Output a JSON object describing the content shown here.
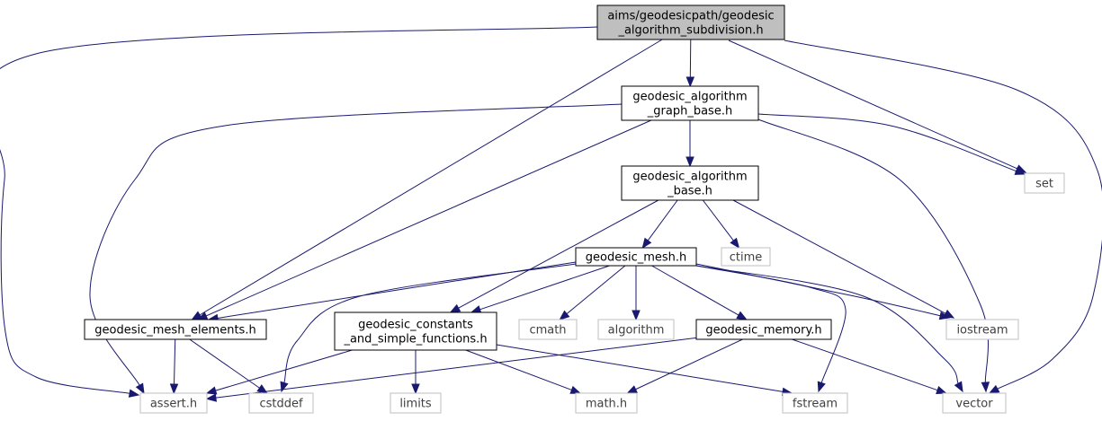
{
  "graph": {
    "nodes": [
      {
        "id": "n_main",
        "kind": "main",
        "lines": [
          "aims/geodesicpath/geodesic",
          "_algorithm_subdivision.h"
        ]
      },
      {
        "id": "n_graph_base",
        "kind": "file",
        "lines": [
          "geodesic_algorithm",
          "_graph_base.h"
        ]
      },
      {
        "id": "n_alg_base",
        "kind": "file",
        "lines": [
          "geodesic_algorithm",
          "_base.h"
        ]
      },
      {
        "id": "n_mesh",
        "kind": "file",
        "lines": [
          "geodesic_mesh.h"
        ]
      },
      {
        "id": "n_mesh_elements",
        "kind": "file",
        "lines": [
          "geodesic_mesh_elements.h"
        ]
      },
      {
        "id": "n_constants",
        "kind": "file",
        "lines": [
          "geodesic_constants",
          "_and_simple_functions.h"
        ]
      },
      {
        "id": "n_memory",
        "kind": "file",
        "lines": [
          "geodesic_memory.h"
        ]
      },
      {
        "id": "n_set",
        "kind": "sys",
        "lines": [
          "set"
        ]
      },
      {
        "id": "n_ctime",
        "kind": "sys",
        "lines": [
          "ctime"
        ]
      },
      {
        "id": "n_cmath",
        "kind": "sys",
        "lines": [
          "cmath"
        ]
      },
      {
        "id": "n_algorithm",
        "kind": "sys",
        "lines": [
          "algorithm"
        ]
      },
      {
        "id": "n_iostream",
        "kind": "sys",
        "lines": [
          "iostream"
        ]
      },
      {
        "id": "n_assert",
        "kind": "sys",
        "lines": [
          "assert.h"
        ]
      },
      {
        "id": "n_cstddef",
        "kind": "sys",
        "lines": [
          "cstddef"
        ]
      },
      {
        "id": "n_limits",
        "kind": "sys",
        "lines": [
          "limits"
        ]
      },
      {
        "id": "n_math",
        "kind": "sys",
        "lines": [
          "math.h"
        ]
      },
      {
        "id": "n_fstream",
        "kind": "sys",
        "lines": [
          "fstream"
        ]
      },
      {
        "id": "n_vector",
        "kind": "sys",
        "lines": [
          "vector"
        ]
      }
    ],
    "edges": [
      [
        "n_main",
        "n_graph_base"
      ],
      [
        "n_main",
        "n_mesh_elements"
      ],
      [
        "n_main",
        "n_set"
      ],
      [
        "n_main",
        "n_assert"
      ],
      [
        "n_main",
        "n_vector"
      ],
      [
        "n_graph_base",
        "n_alg_base"
      ],
      [
        "n_graph_base",
        "n_mesh_elements"
      ],
      [
        "n_graph_base",
        "n_set"
      ],
      [
        "n_graph_base",
        "n_assert"
      ],
      [
        "n_graph_base",
        "n_vector"
      ],
      [
        "n_alg_base",
        "n_mesh"
      ],
      [
        "n_alg_base",
        "n_ctime"
      ],
      [
        "n_alg_base",
        "n_constants"
      ],
      [
        "n_alg_base",
        "n_iostream"
      ],
      [
        "n_mesh",
        "n_mesh_elements"
      ],
      [
        "n_mesh",
        "n_constants"
      ],
      [
        "n_mesh",
        "n_cmath"
      ],
      [
        "n_mesh",
        "n_algorithm"
      ],
      [
        "n_mesh",
        "n_memory"
      ],
      [
        "n_mesh",
        "n_iostream"
      ],
      [
        "n_mesh",
        "n_cstddef"
      ],
      [
        "n_mesh",
        "n_fstream"
      ],
      [
        "n_mesh",
        "n_vector"
      ],
      [
        "n_mesh_elements",
        "n_assert"
      ],
      [
        "n_mesh_elements",
        "n_cstddef"
      ],
      [
        "n_constants",
        "n_assert"
      ],
      [
        "n_constants",
        "n_limits"
      ],
      [
        "n_constants",
        "n_math"
      ],
      [
        "n_constants",
        "n_fstream"
      ],
      [
        "n_memory",
        "n_assert"
      ],
      [
        "n_memory",
        "n_math"
      ],
      [
        "n_memory",
        "n_vector"
      ]
    ]
  }
}
